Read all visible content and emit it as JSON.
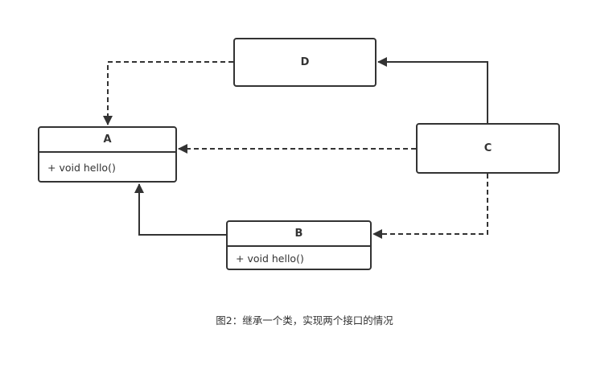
{
  "classes": {
    "a": {
      "name": "A",
      "method": "+ void hello()"
    },
    "b": {
      "name": "B",
      "method": "+ void hello()"
    },
    "c": {
      "name": "C"
    },
    "d": {
      "name": "D"
    }
  },
  "relations": [
    {
      "from": "D",
      "to": "A",
      "style": "dashed"
    },
    {
      "from": "C",
      "to": "D",
      "style": "solid"
    },
    {
      "from": "C",
      "to": "A",
      "style": "dashed"
    },
    {
      "from": "C",
      "to": "B",
      "style": "dashed"
    },
    {
      "from": "B",
      "to": "A",
      "style": "solid"
    }
  ],
  "caption": "图2：继承一个类，实现两个接口的情况",
  "colors": {
    "line": "#333333",
    "box_border": "#333333",
    "background": "#ffffff"
  }
}
